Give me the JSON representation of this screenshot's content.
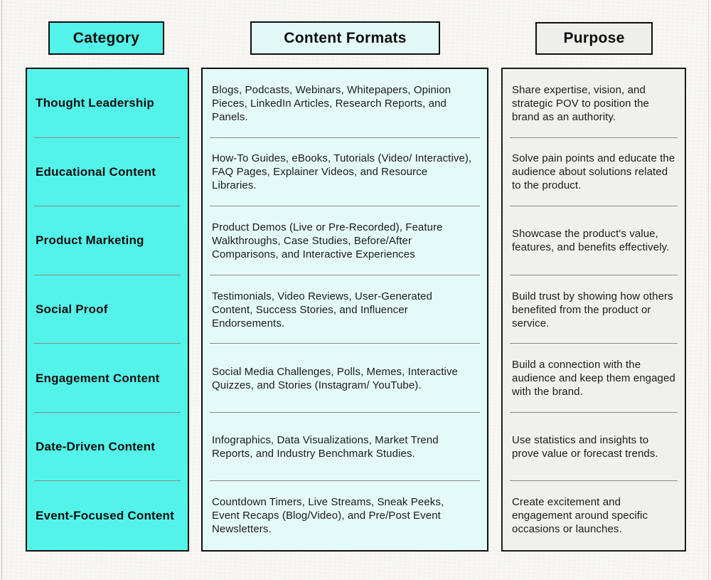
{
  "table": {
    "columns": [
      {
        "id": "category",
        "header": "Category",
        "cells": [
          "Thought Leadership",
          "Educational Content",
          "Product Marketing",
          "Social Proof",
          "Engagement Content",
          "Date-Driven Content",
          "Event-Focused Content"
        ]
      },
      {
        "id": "content-formats",
        "header": "Content Formats",
        "cells": [
          "Blogs, Podcasts, Webinars, Whitepapers, Opinion Pieces, LinkedIn Articles, Research Reports, and Panels.",
          "How-To Guides, eBooks, Tutorials (Video/ Interactive), FAQ Pages, Explainer Videos, and Resource Libraries.",
          "Product Demos (Live or Pre-Recorded), Feature Walkthroughs, Case Studies, Before/After Comparisons, and Interactive Experiences",
          "Testimonials, Video Reviews, User-Generated Content, Success Stories, and Influencer Endorsements.",
          "Social Media Challenges, Polls, Memes, Interactive Quizzes, and Stories (Instagram/ YouTube).",
          "Infographics, Data Visualizations, Market Trend Reports, and Industry Benchmark Studies.",
          "Countdown Timers, Live Streams, Sneak Peeks, Event Recaps (Blog/Video), and Pre/Post Event Newsletters."
        ]
      },
      {
        "id": "purpose",
        "header": "Purpose",
        "cells": [
          "Share expertise, vision, and strategic POV to position the brand as an authority.",
          "Solve pain points and educate the audience about solutions related to the product.",
          "Showcase the product's value, features, and benefits effectively.",
          "Build trust by showing how others benefited from the product or service.",
          "Build a connection with the audience and keep them engaged with the brand.",
          "Use statistics and insights to prove value or forecast trends.",
          "Create excitement and engagement around specific occasions or launches."
        ]
      }
    ]
  },
  "colors": {
    "accent_cyan": "#54f3e9",
    "light_cyan": "#e4faf8",
    "light_gray": "#f0f0ee",
    "border": "#0f0f0f",
    "divider": "#8a8a8a",
    "background": "#f8f7f4",
    "text": "#1b1b1b"
  }
}
